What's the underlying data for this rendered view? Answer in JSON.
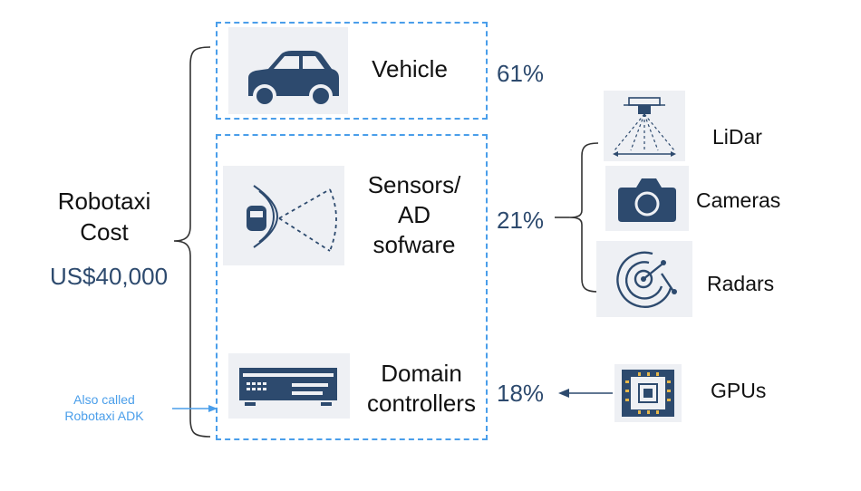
{
  "title": {
    "line1": "Robotaxi",
    "line2": "Cost",
    "amount": "US$40,000"
  },
  "note": {
    "line1": "Also called",
    "line2": "Robotaxi ADK"
  },
  "components": [
    {
      "label_lines": [
        "Vehicle"
      ],
      "percent": "61%",
      "icon": "car-icon"
    },
    {
      "label_lines": [
        "Sensors/",
        "AD",
        "sofware"
      ],
      "percent": "21%",
      "icon": "autonomous-sensor-icon"
    },
    {
      "label_lines": [
        "Domain",
        "controllers"
      ],
      "percent": "18%",
      "icon": "controller-unit-icon"
    }
  ],
  "sensors": [
    {
      "label": "LiDar",
      "icon": "lidar-icon"
    },
    {
      "label": "Cameras",
      "icon": "camera-icon"
    },
    {
      "label": "Radars",
      "icon": "radar-icon"
    }
  ],
  "gpu": {
    "label": "GPUs",
    "icon": "gpu-chip-icon"
  },
  "colors": {
    "accent_blue": "#4a9eea",
    "icon_navy": "#2d4a6e",
    "tile_bg": "#eef0f4"
  }
}
